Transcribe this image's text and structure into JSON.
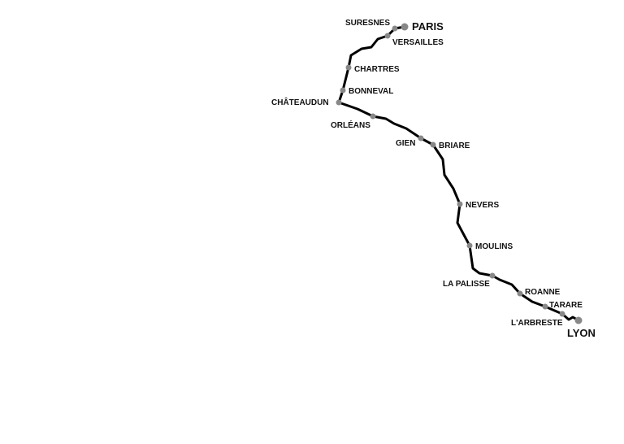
{
  "map": {
    "route_color": "#000000",
    "station_color": "#888888",
    "stations": [
      {
        "id": "paris",
        "name": "PARIS",
        "major": true
      },
      {
        "id": "suresnes",
        "name": "SURESNES",
        "major": false
      },
      {
        "id": "versailles",
        "name": "VERSAILLES",
        "major": false
      },
      {
        "id": "chartres",
        "name": "CHARTRES",
        "major": false
      },
      {
        "id": "bonneval",
        "name": "BONNEVAL",
        "major": false
      },
      {
        "id": "chateaudun",
        "name": "CHÂTEAUDUN",
        "major": false
      },
      {
        "id": "orleans",
        "name": "ORLÉANS",
        "major": false
      },
      {
        "id": "gien",
        "name": "GIEN",
        "major": false
      },
      {
        "id": "briare",
        "name": "BRIARE",
        "major": false
      },
      {
        "id": "nevers",
        "name": "NEVERS",
        "major": false
      },
      {
        "id": "moulins",
        "name": "MOULINS",
        "major": false
      },
      {
        "id": "lapalisse",
        "name": "LA PALISSE",
        "major": false
      },
      {
        "id": "roanne",
        "name": "ROANNE",
        "major": false
      },
      {
        "id": "tarare",
        "name": "TARARE",
        "major": false
      },
      {
        "id": "larbreste",
        "name": "L'ARBRESTE",
        "major": false
      },
      {
        "id": "lyon",
        "name": "LYON",
        "major": true
      }
    ]
  }
}
